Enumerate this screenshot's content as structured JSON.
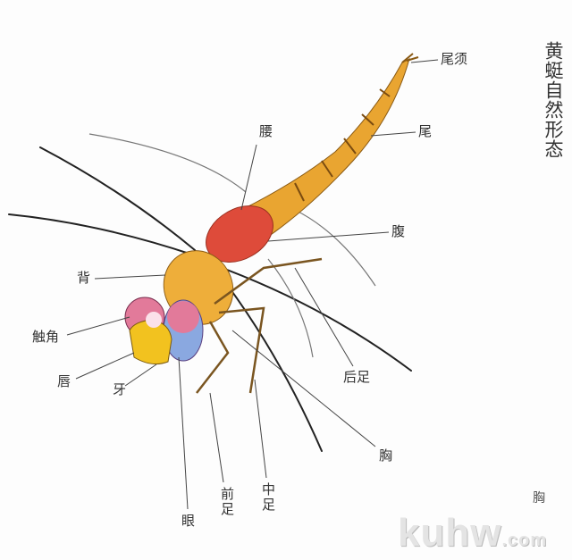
{
  "title": "黄蜓自然形态",
  "labels": {
    "cerci": "尾须",
    "tail": "尾",
    "waist": "腰",
    "abdomen": "腹",
    "back": "背",
    "antenna": "触角",
    "lip": "唇",
    "teeth": "牙",
    "hind_leg": "后足",
    "chest": "胸",
    "eye": "眼",
    "fore_leg": "前足",
    "mid_leg": "中足"
  },
  "watermark": {
    "main": "kuhw",
    "suffix": ".com",
    "overlay_char": "胸"
  },
  "colors": {
    "body": "#e9a531",
    "red": "#de4b3a",
    "eye_pink": "#e27a9a",
    "eye_blue": "#7fa6e0",
    "face": "#f2c21f",
    "line": "#444444"
  }
}
